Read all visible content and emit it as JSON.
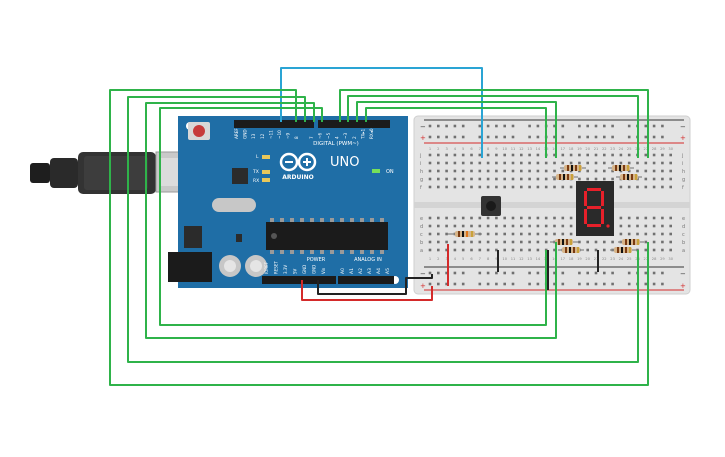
{
  "board": {
    "brand": "ARDUINO",
    "model": "UNO",
    "digital_label": "DIGITAL (PWM~)",
    "power_label": "POWER",
    "analog_label": "ANALOG IN",
    "on_label": "ON",
    "led_l": "L",
    "led_tx": "TX",
    "led_rx": "RX",
    "digital_pins": [
      "AREF",
      "GND",
      "13",
      "12",
      "~11",
      "~10",
      "~9",
      "8",
      "7",
      "~6",
      "~5",
      "4",
      "~3",
      "2",
      "TX▸1",
      "RX◂0"
    ],
    "power_pins": [
      "IOREF",
      "RESET",
      "3.3V",
      "5V",
      "GND",
      "GND",
      "Vin"
    ],
    "analog_pins": [
      "A0",
      "A1",
      "A2",
      "A3",
      "A4",
      "A5"
    ]
  },
  "breadboard": {
    "rows_top": [
      "j",
      "i",
      "h",
      "g",
      "f"
    ],
    "rows_bottom": [
      "e",
      "d",
      "c",
      "b",
      "a"
    ],
    "column_numbers": [
      "1",
      "2",
      "3",
      "4",
      "5",
      "6",
      "7",
      "8",
      "9",
      "10",
      "11",
      "12",
      "13",
      "14",
      "15",
      "16",
      "17",
      "18",
      "19",
      "20",
      "21",
      "22",
      "23",
      "24",
      "25",
      "26",
      "27",
      "28",
      "29",
      "30"
    ],
    "rail_minus": "−",
    "rail_plus": "+"
  },
  "display": {
    "digit": "8"
  },
  "colors": {
    "board": "#1f6ea6",
    "board_dark": "#17598a",
    "breadboard": "#e4e4e4",
    "wire_green": "#2fb34a",
    "wire_blue": "#2aa4d4",
    "wire_red": "#d42a2a",
    "wire_black": "#222222",
    "segment_on": "#e8202a",
    "display_body": "#2a2a2a"
  }
}
